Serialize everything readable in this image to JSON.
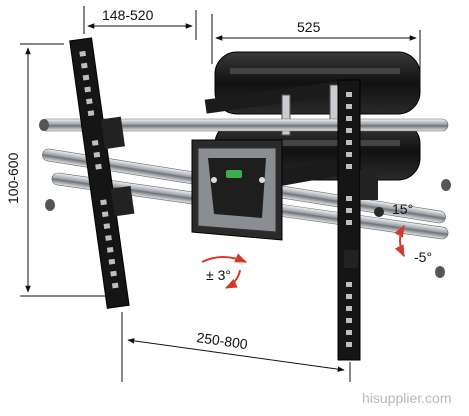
{
  "dimensions": {
    "top_horizontal_spacing": "148-520",
    "plate_width": "525",
    "vertical_spacing": "100-600",
    "bottom_horizontal_spacing": "250-800"
  },
  "angles": {
    "swivel": "± 3°",
    "tilt_up": "15°",
    "tilt_down": "-5°"
  },
  "watermark": "hisupplier.com",
  "colors": {
    "arrow_red": "#d43a2a",
    "metal_dark": "#1a1a1a",
    "chrome": "#c9ccd0"
  }
}
